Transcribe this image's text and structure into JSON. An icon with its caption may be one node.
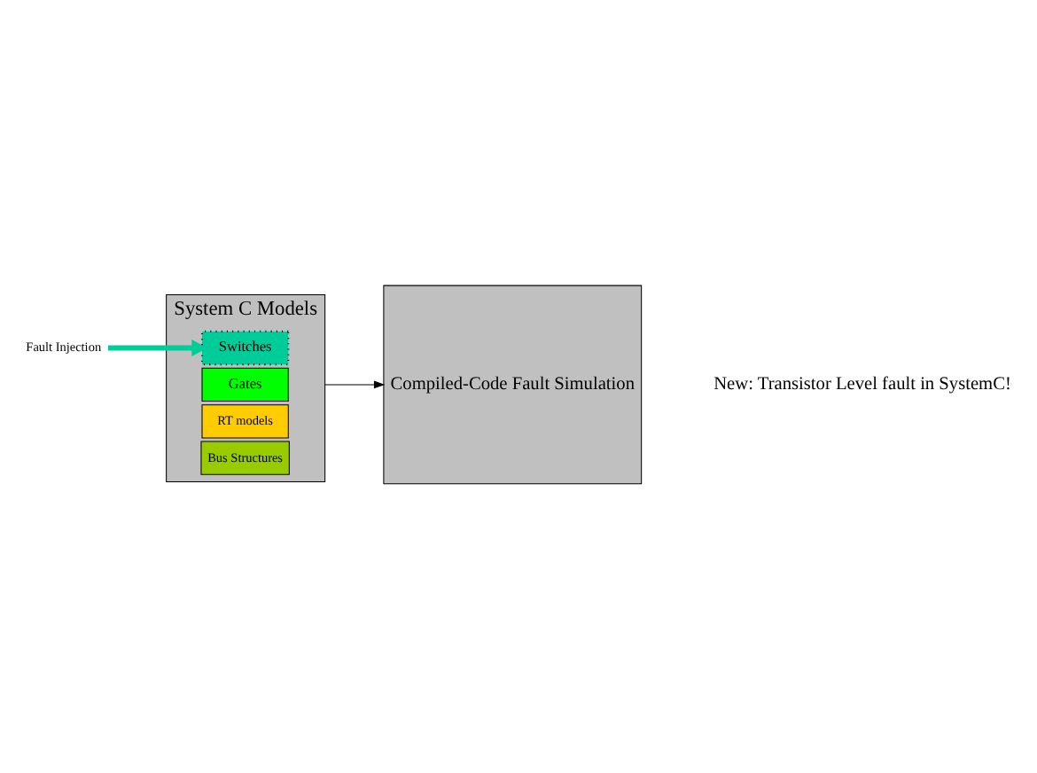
{
  "diagram": {
    "nodes": [
      {
        "text": [
          "System C Models"
        ]
      },
      {
        "text": [
          "Bus Structures"
        ],
        "in": 0
      },
      {
        "text": [
          "RT models"
        ],
        "in": 0
      },
      {
        "text": [
          "Gates"
        ],
        "in": 0
      },
      {
        "text": [
          "Switches"
        ],
        "in": 0
      },
      {
        "text": [
          "Compiled-Code Fault Simulation"
        ]
      },
      {
        "text": [
          "Fault Injection"
        ]
      }
    ],
    "edges": [
      {
        "from": 0,
        "to": 5,
        "arrow": "to"
      },
      {
        "from": 6,
        "to": 4,
        "arrow": "to",
        "style": "thick",
        "color": "#00cc99"
      }
    ],
    "labels": [
      "New: Transistor Level fault in SystemC!"
    ]
  }
}
